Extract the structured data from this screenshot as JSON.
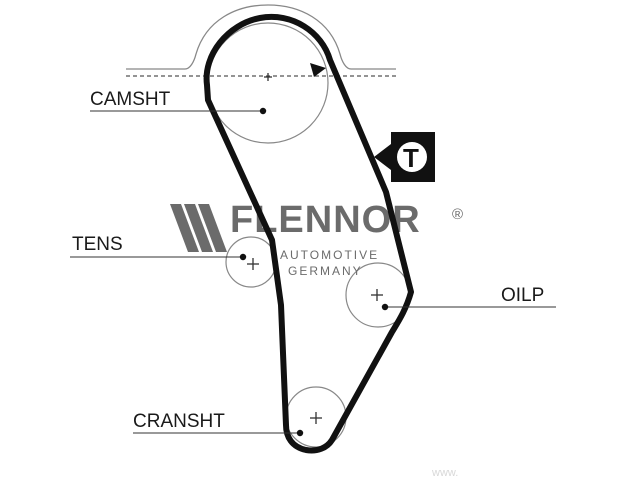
{
  "labels": {
    "camshaft": "CAMSHT",
    "tensioner": "TENS",
    "oil_pump": "OILP",
    "crankshaft": "CRANSHT"
  },
  "logo": {
    "name": "FLENNOR",
    "registered": "®",
    "line1": "AUTOMOTIVE",
    "line2": "GERMANY"
  },
  "tension_symbol": "T",
  "watermark": "www.",
  "colors": {
    "belt": "#111111",
    "pulley": "#777777",
    "logo": "#6b6b6b"
  }
}
